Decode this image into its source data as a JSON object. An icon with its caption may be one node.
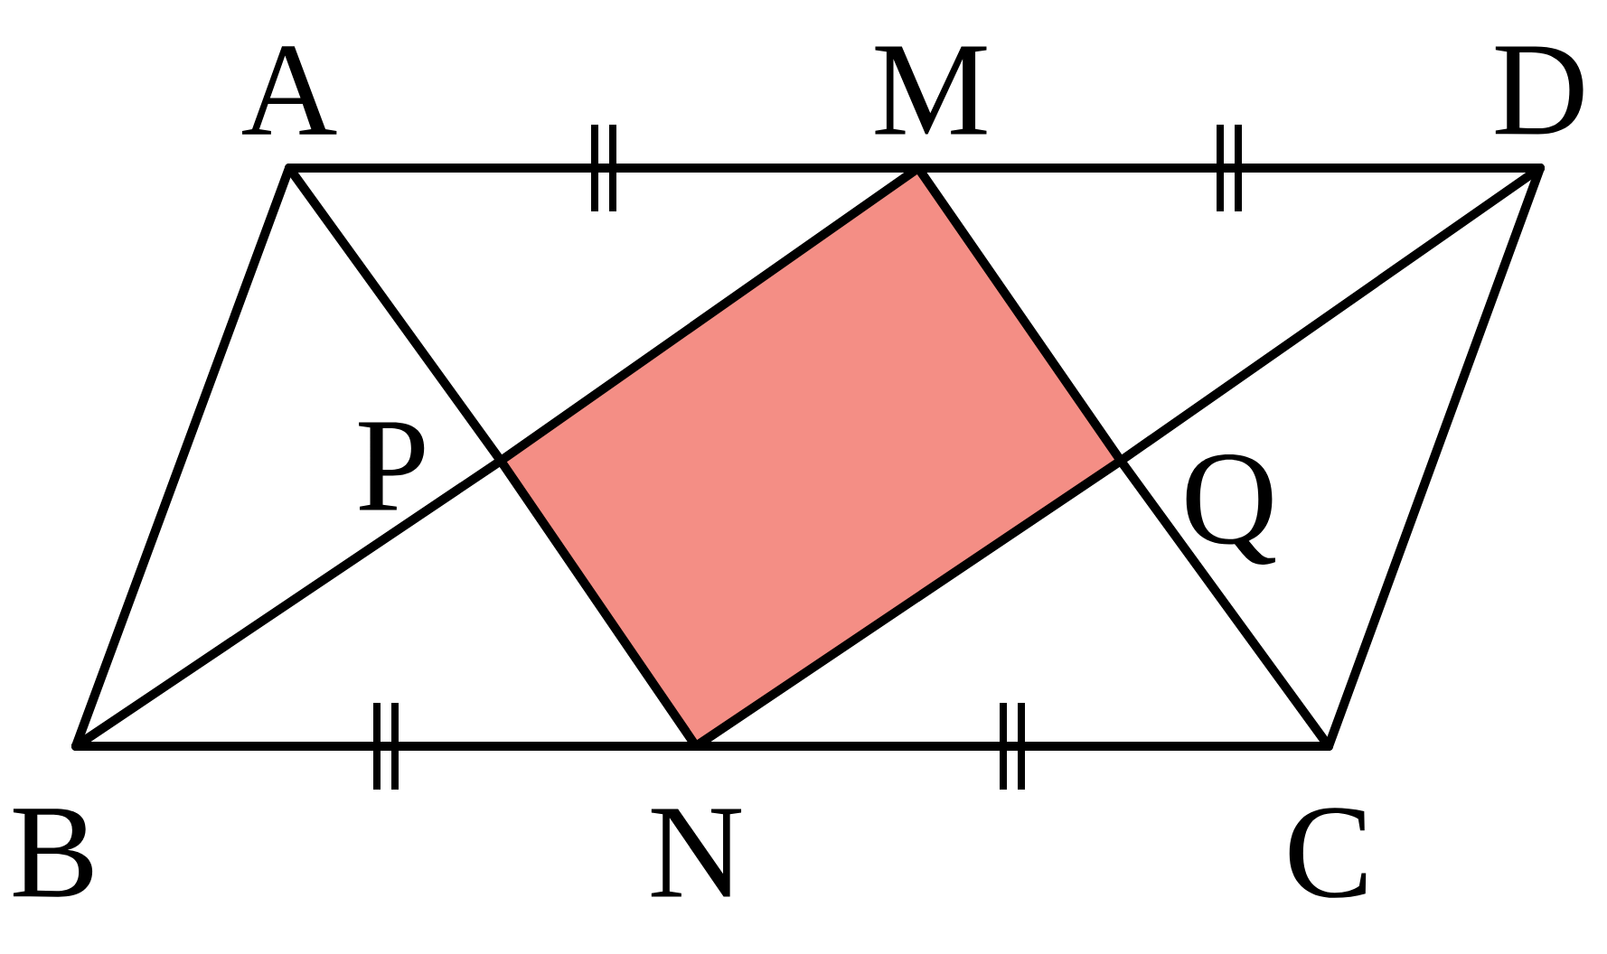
{
  "diagram": {
    "nodes": [
      {
        "text": [
          "A"
        ]
      },
      {
        "text": [
          "M"
        ]
      },
      {
        "text": [
          "D"
        ]
      },
      {
        "text": [
          "P"
        ]
      },
      {
        "text": [
          "Q"
        ]
      },
      {
        "text": [
          "B"
        ]
      },
      {
        "text": [
          "N"
        ]
      },
      {
        "text": [
          "C"
        ]
      }
    ],
    "edges": [
      {
        "from": 0,
        "to": 1,
        "arrow": "none"
      },
      {
        "from": 1,
        "to": 2,
        "arrow": "none"
      },
      {
        "from": 5,
        "to": 6,
        "arrow": "none"
      },
      {
        "from": 6,
        "to": 7,
        "arrow": "none"
      },
      {
        "from": 0,
        "to": 5,
        "arrow": "none"
      },
      {
        "from": 2,
        "to": 7,
        "arrow": "none"
      },
      {
        "from": 0,
        "to": 3,
        "arrow": "none"
      },
      {
        "from": 3,
        "to": 6,
        "arrow": "none"
      },
      {
        "from": 1,
        "to": 4,
        "arrow": "none"
      },
      {
        "from": 4,
        "to": 7,
        "arrow": "none"
      },
      {
        "from": 5,
        "to": 3,
        "arrow": "none"
      },
      {
        "from": 3,
        "to": 1,
        "arrow": "none"
      },
      {
        "from": 6,
        "to": 4,
        "arrow": "none"
      },
      {
        "from": 4,
        "to": 2,
        "arrow": "none"
      }
    ]
  }
}
